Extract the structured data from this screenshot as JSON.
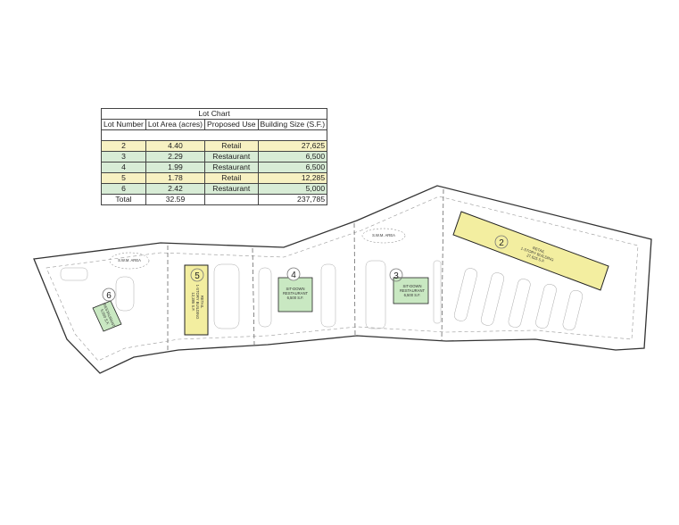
{
  "lot_chart": {
    "title": "Lot Chart",
    "headers": [
      "Lot Number",
      "Lot Area (acres)",
      "Proposed Use",
      "Building Size (S.F.)"
    ],
    "rows": [
      {
        "lot": "2",
        "area": "4.40",
        "use": "Retail",
        "size": "27,625",
        "color": "#f7f1c2"
      },
      {
        "lot": "3",
        "area": "2.29",
        "use": "Restaurant",
        "size": "6,500",
        "color": "#d8ecd6"
      },
      {
        "lot": "4",
        "area": "1.99",
        "use": "Restaurant",
        "size": "6,500",
        "color": "#d8ecd6"
      },
      {
        "lot": "5",
        "area": "1.78",
        "use": "Retail",
        "size": "12,285",
        "color": "#f7f1c2"
      },
      {
        "lot": "6",
        "area": "2.42",
        "use": "Restaurant",
        "size": "5,000",
        "color": "#d8ecd6"
      }
    ],
    "total": {
      "label": "Total",
      "area": "32.59",
      "use": "",
      "size": "237,785"
    }
  },
  "site_plan": {
    "colors": {
      "retail": "#f3eea0",
      "restaurant": "#c9e8c2",
      "lines": "#555555"
    },
    "buildings": {
      "lot2": {
        "number": "2",
        "line1": "RETAIL",
        "line2": "1-STORY BUILDING",
        "line3": "27,625 S.F."
      },
      "lot3": {
        "number": "3",
        "line1": "SIT-DOWN",
        "line2": "RESTAURANT",
        "line3": "6,500 S.F."
      },
      "lot4": {
        "number": "4",
        "line1": "SIT-DOWN",
        "line2": "RESTAURANT",
        "line3": "6,500 S.F."
      },
      "lot5": {
        "number": "5",
        "line1": "RETAIL",
        "line2": "1-STORY BUILDING",
        "line3": "12,285 S.F."
      },
      "lot6": {
        "number": "6",
        "line1": "RESTAURANT",
        "line2": "5,000 S.F."
      }
    },
    "swm_label": "S.W.M. AREA"
  }
}
